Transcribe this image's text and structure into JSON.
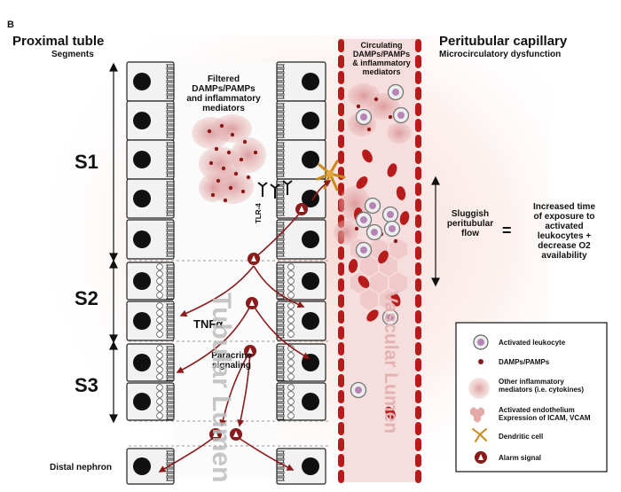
{
  "panel_label": "B",
  "left_header": {
    "title": "Proximal tuble",
    "subtitle": "Segments"
  },
  "right_header": {
    "title": "Peritubular capillary",
    "subtitle": "Microcirculatory dysfunction"
  },
  "segments": [
    "S1",
    "S2",
    "S3"
  ],
  "filtered_label": [
    "Filtered",
    "DAMPs/PAMPs",
    "and inflammatory",
    "mediators"
  ],
  "circulating_label": [
    "Circulating",
    "DAMPs/PAMPs",
    "& inflammatory",
    "mediators"
  ],
  "tlr_label": "TLR-4",
  "tnf_label": "TNFα",
  "paracrine_label": [
    "Paracrine",
    "signaling"
  ],
  "tubular_lumen": "Tubular Lumen",
  "vascular_lumen": "Vascular Lumen",
  "distal_label": "Distal nephron",
  "sluggish_label": [
    "Sluggish",
    "peritubular",
    "flow"
  ],
  "equals_sign": "=",
  "outcome_label": [
    "Increased time",
    "of exposure to",
    "activated",
    "leukocytes +",
    "decrease O2",
    "availability"
  ],
  "legend": [
    {
      "icon": "leukocyte-icon",
      "text": [
        "Activated leukocyte"
      ]
    },
    {
      "icon": "damp-dot-icon",
      "text": [
        "DAMPs/PAMPs"
      ]
    },
    {
      "icon": "cytokine-cloud-icon",
      "text": [
        "Other inflammatory",
        "mediators (i.e. cytokines)"
      ]
    },
    {
      "icon": "endothelium-hexagon-icon",
      "text": [
        "Activated endothelium",
        "Expression of ICAM, VCAM"
      ]
    },
    {
      "icon": "dendritic-cell-icon",
      "text": [
        "Dendritic cell"
      ]
    },
    {
      "icon": "alarm-signal-icon",
      "text": [
        "Alarm signal"
      ]
    }
  ],
  "colors": {
    "dark_red": "#8b1a1a",
    "rbc_red": "#b71c1c",
    "cloud_pink": "#d9a0a0",
    "vessel_pink": "#f4d2d2",
    "cell_fill": "#f2f2f2",
    "nucleus": "#111111"
  }
}
